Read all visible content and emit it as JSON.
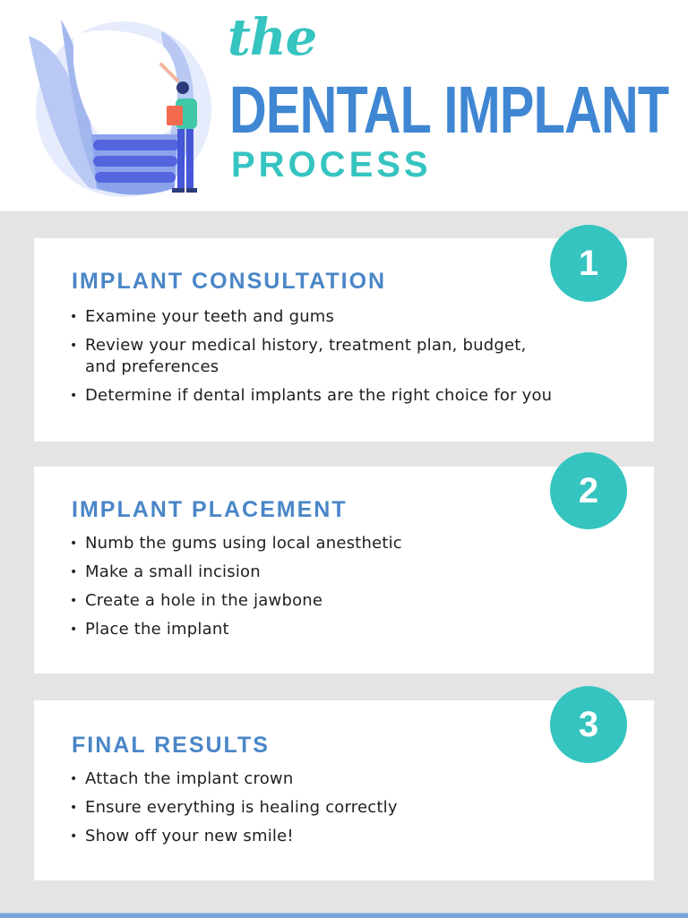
{
  "header": {
    "title_prefix": "the",
    "title_main": "DENTAL IMPLANT",
    "title_sub": "PROCESS",
    "illustration": "tooth-implant-with-person-illustration"
  },
  "colors": {
    "teal": "#35c4c0",
    "blue": "#3f87d3",
    "heading_blue": "#4a86c7",
    "background_gray": "#e4e4e4",
    "card_white": "#ffffff",
    "text": "#1f1f1f"
  },
  "steps": [
    {
      "number": "1",
      "title": "IMPLANT CONSULTATION",
      "items": [
        "Examine your teeth and gums",
        "Review your medical history, treatment plan, budget, and preferences",
        "Determine if dental implants are the right choice for you"
      ]
    },
    {
      "number": "2",
      "title": "IMPLANT PLACEMENT",
      "items": [
        "Numb the gums using local anesthetic",
        "Make a small incision",
        "Create a hole in the jawbone",
        "Place the implant"
      ]
    },
    {
      "number": "3",
      "title": "FINAL RESULTS",
      "items": [
        "Attach the implant crown",
        "Ensure everything is healing correctly",
        "Show off your new smile!"
      ]
    }
  ]
}
